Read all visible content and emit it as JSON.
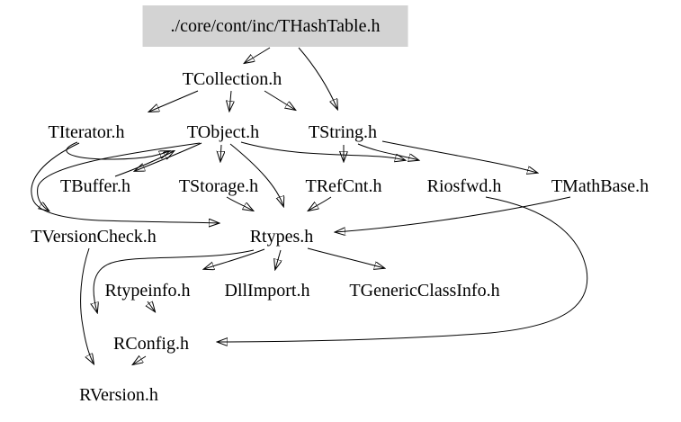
{
  "graph": {
    "type": "include-dependency-graph",
    "colors": {
      "bg": "#ffffff",
      "text": "#000000",
      "edge": "#000000",
      "fill": "#d3d3d3"
    },
    "root_label": "./core/cont/inc/THashTable.h",
    "nodes": [
      {
        "id": "thashtable",
        "label": "./core/cont/inc/THashTable.h",
        "highlighted": true
      },
      {
        "id": "tcollection",
        "label": "TCollection.h",
        "highlighted": false
      },
      {
        "id": "titerator",
        "label": "TIterator.h",
        "highlighted": false
      },
      {
        "id": "tobject",
        "label": "TObject.h",
        "highlighted": false
      },
      {
        "id": "tstring",
        "label": "TString.h",
        "highlighted": false
      },
      {
        "id": "tbuffer",
        "label": "TBuffer.h",
        "highlighted": false
      },
      {
        "id": "tstorage",
        "label": "TStorage.h",
        "highlighted": false
      },
      {
        "id": "trefcnt",
        "label": "TRefCnt.h",
        "highlighted": false
      },
      {
        "id": "riosfwd",
        "label": "Riosfwd.h",
        "highlighted": false
      },
      {
        "id": "tmathbase",
        "label": "TMathBase.h",
        "highlighted": false
      },
      {
        "id": "tversioncheck",
        "label": "TVersionCheck.h",
        "highlighted": false
      },
      {
        "id": "rtypes",
        "label": "Rtypes.h",
        "highlighted": false
      },
      {
        "id": "rtypeinfo",
        "label": "Rtypeinfo.h",
        "highlighted": false
      },
      {
        "id": "dllimport",
        "label": "DllImport.h",
        "highlighted": false
      },
      {
        "id": "tgenericclassinfo",
        "label": "TGenericClassInfo.h",
        "highlighted": false
      },
      {
        "id": "rconfig",
        "label": "RConfig.h",
        "highlighted": false
      },
      {
        "id": "rversion",
        "label": "RVersion.h",
        "highlighted": false
      }
    ],
    "edges": [
      {
        "from": "thashtable",
        "to": "tcollection"
      },
      {
        "from": "thashtable",
        "to": "tstring"
      },
      {
        "from": "tcollection",
        "to": "titerator"
      },
      {
        "from": "tcollection",
        "to": "tobject"
      },
      {
        "from": "tcollection",
        "to": "tstring"
      },
      {
        "from": "titerator",
        "to": "tobject"
      },
      {
        "from": "titerator",
        "to": "rtypes"
      },
      {
        "from": "tbuffer",
        "to": "tobject"
      },
      {
        "from": "tobject",
        "to": "tbuffer"
      },
      {
        "from": "tobject",
        "to": "tstorage"
      },
      {
        "from": "tobject",
        "to": "riosfwd"
      },
      {
        "from": "tobject",
        "to": "rtypes"
      },
      {
        "from": "tobject",
        "to": "tversioncheck"
      },
      {
        "from": "tstring",
        "to": "trefcnt"
      },
      {
        "from": "tstring",
        "to": "riosfwd"
      },
      {
        "from": "tstring",
        "to": "tmathbase"
      },
      {
        "from": "tstorage",
        "to": "rtypes"
      },
      {
        "from": "trefcnt",
        "to": "rtypes"
      },
      {
        "from": "tmathbase",
        "to": "rtypes"
      },
      {
        "from": "riosfwd",
        "to": "rconfig"
      },
      {
        "from": "rtypes",
        "to": "rtypeinfo"
      },
      {
        "from": "rtypes",
        "to": "dllimport"
      },
      {
        "from": "rtypes",
        "to": "tgenericclassinfo"
      },
      {
        "from": "rtypes",
        "to": "rconfig"
      },
      {
        "from": "rtypeinfo",
        "to": "rconfig"
      },
      {
        "from": "tversioncheck",
        "to": "rversion"
      },
      {
        "from": "rconfig",
        "to": "rversion"
      }
    ]
  }
}
